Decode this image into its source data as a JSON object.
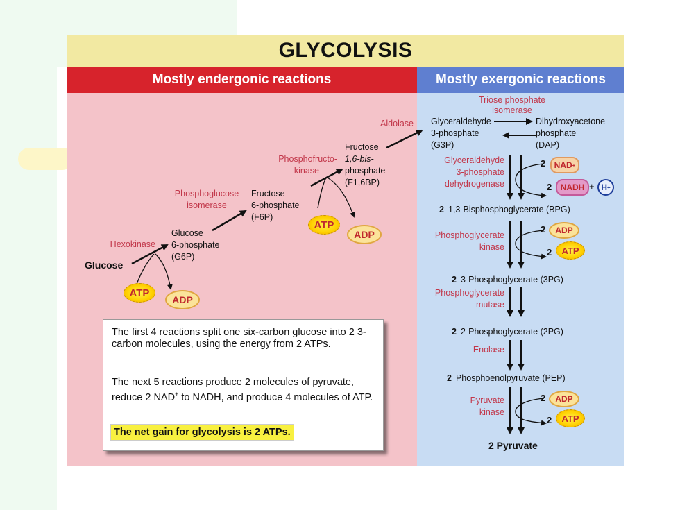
{
  "title": "GLYCOLYSIS",
  "left_header": "Mostly endergonic reactions",
  "right_header": "Mostly exergonic reactions",
  "enzymes": {
    "hexokinase": "Hexokinase",
    "phosphoglucose_1": "Phosphoglucose",
    "phosphoglucose_2": "isomerase",
    "phosphofructo_1": "Phosphofructo-",
    "phosphofructo_2": "kinase",
    "aldolase": "Aldolase",
    "triose_1": "Triose phosphate",
    "triose_2": "isomerase",
    "g3pdh_1": "Glyceraldehyde",
    "g3pdh_2": "3-phosphate",
    "g3pdh_3": "dehydrogenase",
    "pgk_1": "Phosphoglycerate",
    "pgk_2": "kinase",
    "pgm_1": "Phosphoglycerate",
    "pgm_2": "mutase",
    "enolase": "Enolase",
    "pk_1": "Pyruvate",
    "pk_2": "kinase"
  },
  "molecules": {
    "glucose": "Glucose",
    "g6p_1": "Glucose",
    "g6p_2": "6-phosphate",
    "g6p_3": "(G6P)",
    "f6p_1": "Fructose",
    "f6p_2": "6-phosphate",
    "f6p_3": "(F6P)",
    "f16bp_1": "Fructose",
    "f16bp_2": "1,6-bis-",
    "f16bp_3": "phosphate",
    "f16bp_4": "(F1,6BP)",
    "g3p_1": "Glyceraldehyde",
    "g3p_2": "3-phosphate",
    "g3p_3": "(G3P)",
    "dap_1": "Dihydroxyacetone",
    "dap_2": "phosphate",
    "dap_3": "(DAP)",
    "bpg": "1,3-Bisphosphoglycerate (BPG)",
    "pg3": "3-Phosphoglycerate (3PG)",
    "pg2": "2-Phosphoglycerate (2PG)",
    "pep": "Phosphoenolpyruvate (PEP)",
    "pyruvate": "2 Pyruvate",
    "coef": "2"
  },
  "cofactors": {
    "atp": "ATP",
    "adp": "ADP",
    "nad": "NAD",
    "nad_sup": "+",
    "nadh": "NADH",
    "h": "H",
    "h_sup": "+",
    "plus": "+",
    "two": "2"
  },
  "note": {
    "p1": "The first 4 reactions split one six-carbon glucose into 2 3-carbon molecules, using the energy from 2 ATPs.",
    "p2a": "The next 5 reactions produce 2 molecules of pyruvate, reduce 2 NAD",
    "p2_sup": "+",
    "p2b": " to NADH, and produce 4 molecules of ATP.",
    "net": "The net gain for glycolysis is 2 ATPs."
  }
}
